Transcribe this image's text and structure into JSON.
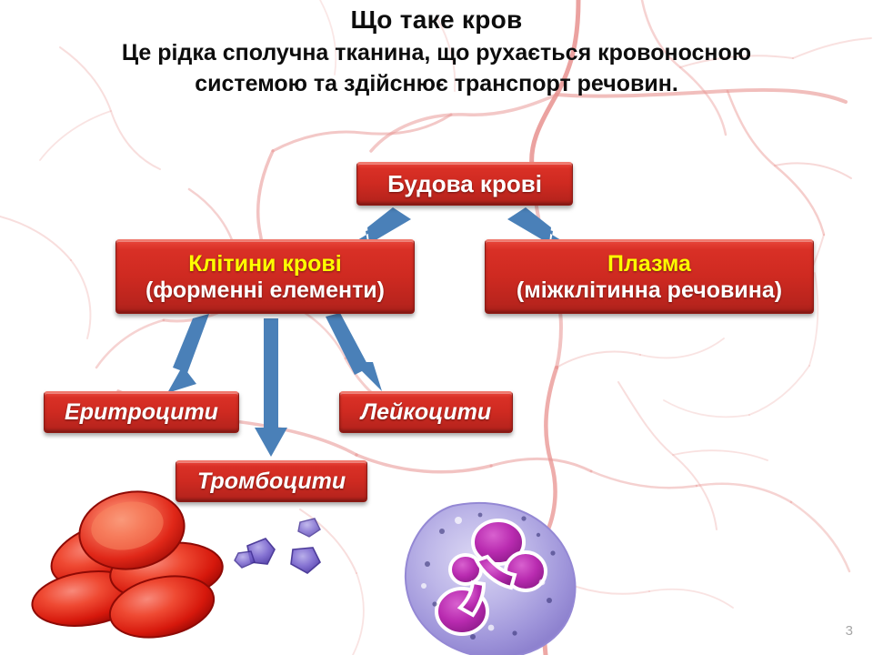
{
  "slide": {
    "title": "Що таке кров",
    "subtitle": "Це рідка сполучна тканина, що рухається кровоносною системою та здійснює транспорт речовин.",
    "page_number": "3"
  },
  "diagram": {
    "root": {
      "id": "struktura",
      "label": "Будова крові",
      "label_color": "#ffffff"
    },
    "level2": [
      {
        "id": "klityny",
        "line1": "Клітини крові",
        "line1_color": "#ffff00",
        "line2": "(форменні елементи)",
        "line2_color": "#ffffff"
      },
      {
        "id": "plazma",
        "line1": "Плазма",
        "line1_color": "#ffff00",
        "line2": "(міжклітинна речовина)",
        "line2_color": "#ffffff"
      }
    ],
    "level3": [
      {
        "id": "erytrocyty",
        "label": "Еритроцити",
        "label_color": "#ffffff"
      },
      {
        "id": "leikocyty",
        "label": "Лейкоцити",
        "label_color": "#ffffff"
      },
      {
        "id": "trombocyty",
        "label": "Тромбоцити",
        "label_color": "#ffffff"
      }
    ]
  },
  "colors": {
    "box_fill_light": "#e8453a",
    "box_fill_dark": "#a61f19",
    "box_border": "#8e1b15",
    "arrow": "#4a80b8",
    "vessel": "#e8928f",
    "title_text": "#0d0d0d",
    "highlight_text": "#ffff00",
    "page_number_text": "#a6a6a6",
    "erythrocyte": "#e02718",
    "leukocyte_cytoplasm": "#b0aee0",
    "leukocyte_nucleus": "#b02aa8",
    "platelet": "#6a56c4"
  },
  "illustrations": [
    {
      "name": "erythrocytes-cluster",
      "count": 5,
      "label": "Еритроцити"
    },
    {
      "name": "platelets-cluster",
      "count": 3,
      "label": "Тромбоцити"
    },
    {
      "name": "leukocyte-cell",
      "count": 1,
      "label": "Лейкоцит"
    }
  ]
}
